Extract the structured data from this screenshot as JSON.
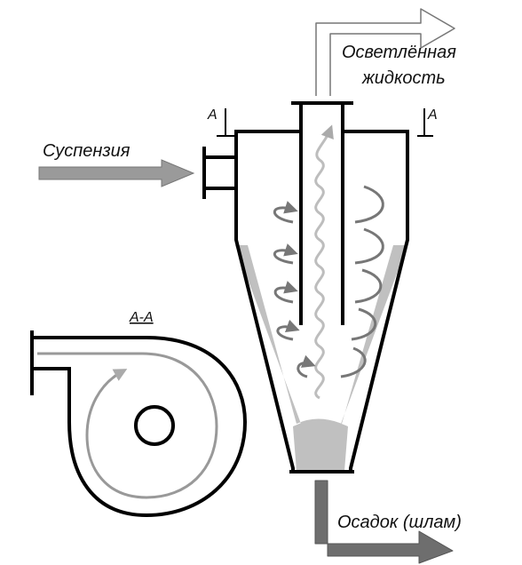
{
  "labels": {
    "clarified_liquid_line1": "Осветлённая",
    "clarified_liquid_line2": "жидкость",
    "suspension": "Суспензия",
    "sediment": "Осадок (шлам)",
    "section_left": "A",
    "section_right": "A",
    "section_view": "A-A"
  },
  "colors": {
    "outline": "#000000",
    "flow_arrow": "#9a9a9a",
    "flow_arrow_dark": "#6e6e6e",
    "sediment_fill": "#c0c0c0",
    "swirl": "#777777",
    "inner_swirl": "#bdbdbd"
  }
}
